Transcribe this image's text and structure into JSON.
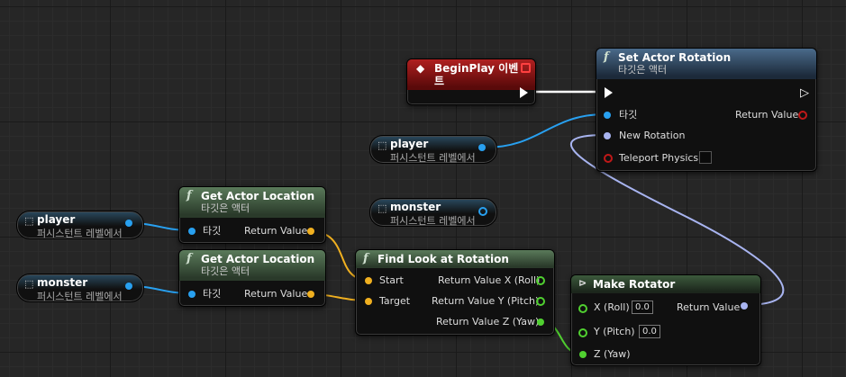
{
  "graph": {
    "begin_play": {
      "title": "BeginPlay 이벤트"
    },
    "set_rotation": {
      "title": "Set Actor Rotation",
      "subtitle": "타깃은 액터",
      "pin_target": "타깃",
      "pin_return": "Return Value",
      "pin_new_rotation": "New Rotation",
      "pin_teleport": "Teleport Physics"
    },
    "var_player_1": {
      "name": "player",
      "sub": "퍼시스턴트 레벨에서"
    },
    "var_monster_top": {
      "name": "monster",
      "sub": "퍼시스턴트 레벨에서"
    },
    "get_loc_1": {
      "title": "Get Actor Location",
      "subtitle": "타깃은 액터",
      "pin_target": "타깃",
      "pin_return": "Return Value"
    },
    "get_loc_2": {
      "title": "Get Actor Location",
      "subtitle": "타깃은 액터",
      "pin_target": "타깃",
      "pin_return": "Return Value"
    },
    "var_player_2": {
      "name": "player",
      "sub": "퍼시스턴트 레벨에서"
    },
    "var_monster_2": {
      "name": "monster",
      "sub": "퍼시스턴트 레벨에서"
    },
    "find_look": {
      "title": "Find Look at Rotation",
      "pin_start": "Start",
      "pin_target": "Target",
      "ret_x": "Return Value X (Roll)",
      "ret_y": "Return Value Y (Pitch)",
      "ret_z": "Return Value Z (Yaw)"
    },
    "make_rot": {
      "title": "Make Rotator",
      "x": "X (Roll)",
      "y": "Y (Pitch)",
      "z": "Z (Yaw)",
      "x_val": "0.0",
      "y_val": "0.0",
      "ret": "Return Value"
    }
  },
  "colors": {
    "object_pin": "#28a0f0",
    "vector_pin": "#f0b020",
    "float_pin": "#50d030",
    "rotator_pin": "#a8b4f0",
    "bool_pin": "#c01818"
  },
  "icons": {
    "function": "f-icon",
    "event": "event-diamond-icon",
    "variable": "actor-cube-icon",
    "make": "make-struct-icon"
  }
}
